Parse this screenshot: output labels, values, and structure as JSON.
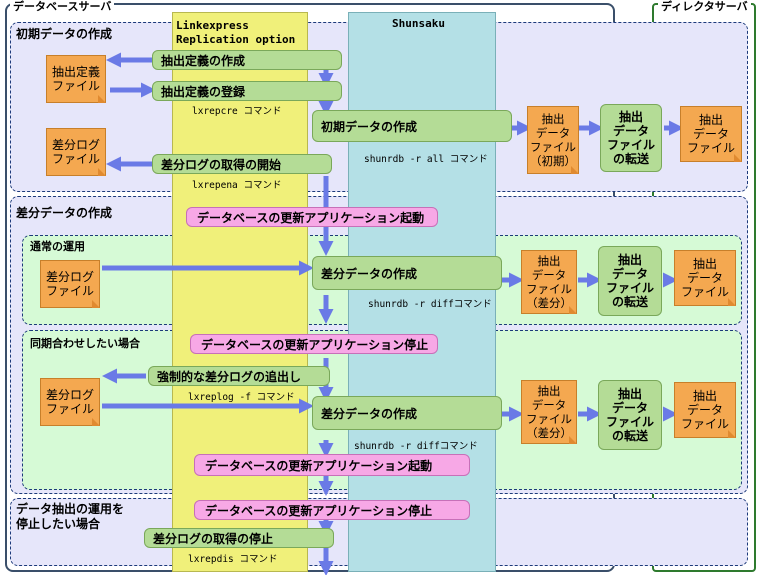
{
  "servers": {
    "db": "データベースサーバ",
    "director": "ディレクタサーバ"
  },
  "columns": {
    "linkexpress": "Linkexpress\nReplication option",
    "shunsaku": "Shunsaku"
  },
  "sections": {
    "initial": "初期データの作成",
    "diff": "差分データの作成",
    "normal": "通常の運用",
    "sync": "同期合わせしたい場合",
    "stop": "データ抽出の運用を\n停止したい場合"
  },
  "initial": {
    "def_file": "抽出定義\nファイル",
    "diff_log_file": "差分ログ\nファイル",
    "create_def": "抽出定義の作成",
    "register_def": "抽出定義の登録",
    "cmd_lxrepcre": "lxrepcre コマンド",
    "create_initial": "初期データの作成",
    "cmd_shunrdb_all": "shunrdb -r all コマンド",
    "start_log": "差分ログの取得の開始",
    "cmd_lxrepena": "lxrepena コマンド",
    "extract_file": "抽出\nデータ\nファイル\n（初期）",
    "transfer": "抽出\nデータ\nファイル\nの転送",
    "dest_file": "抽出\nデータ\nファイル"
  },
  "diff": {
    "start_app": "データベースの更新アプリケーション起動",
    "normal_log": "差分ログ\nファイル",
    "create_diff": "差分データの作成",
    "cmd_shunrdb_diff": "shunrdb -r diffコマンド",
    "extract_file": "抽出\nデータ\nファイル\n（差分）",
    "transfer": "抽出\nデータ\nファイル\nの転送",
    "dest_file": "抽出\nデータ\nファイル"
  },
  "sync": {
    "stop_app": "データベースの更新アプリケーション停止",
    "log_file": "差分ログ\nファイル",
    "force_flush": "強制的な差分ログの追出し",
    "cmd_lxreplog": "lxreplog -f コマンド",
    "create_diff": "差分データの作成",
    "cmd_shunrdb_diff": "shunrdb -r diffコマンド",
    "extract_file": "抽出\nデータ\nファイル\n（差分）",
    "transfer": "抽出\nデータ\nファイル\nの転送",
    "dest_file": "抽出\nデータ\nファイル",
    "restart_app": "データベースの更新アプリケーション起動"
  },
  "stop": {
    "stop_app": "データベースの更新アプリケーション停止",
    "stop_log": "差分ログの取得の停止",
    "cmd_lxrepdis": "lxrepdis コマンド"
  },
  "colors": {
    "yellow": "#f0f07a",
    "blue": "#b4e0e6",
    "green": "#b4dc96",
    "orange": "#f4a850",
    "pink": "#f7a8e6",
    "lavender": "#e6e6fa",
    "mint": "#d6fad6",
    "arrow": "#6a7ae6"
  }
}
